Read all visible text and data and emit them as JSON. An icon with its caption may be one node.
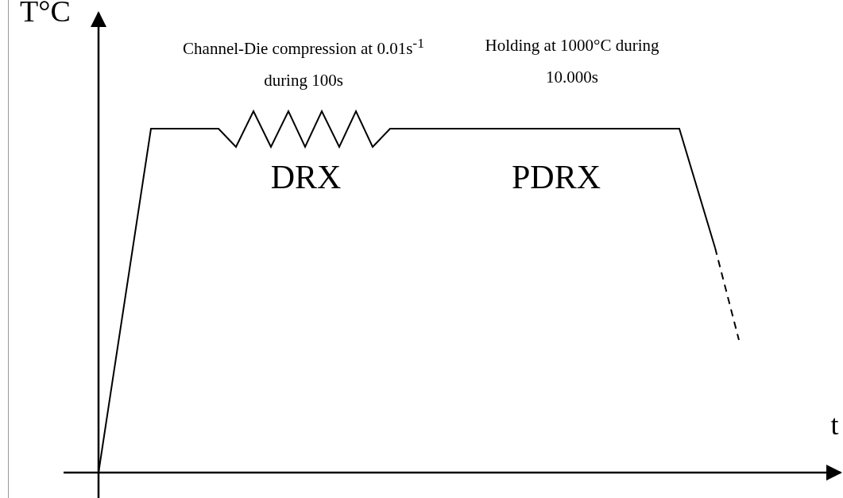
{
  "diagram": {
    "labels": [
      "T°C",
      "Channel-Die compression at 0.01s$^{-1}$ during 100s",
      "Holding at 1000°C during 10.000s",
      "DRX",
      "PDRX",
      "t"
    ]
  }
}
